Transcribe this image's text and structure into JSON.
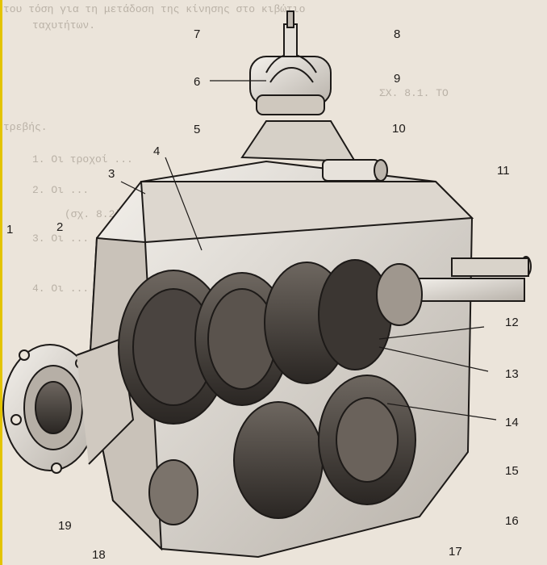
{
  "figure": {
    "callouts": [
      "1",
      "2",
      "3",
      "4",
      "5",
      "6",
      "7",
      "8",
      "9",
      "10",
      "11",
      "12",
      "13",
      "14",
      "15",
      "16",
      "17",
      "18",
      "19"
    ],
    "background_text": [
      "του τόση για τη μετάδοση της κίνησης στο κιβώτιο",
      "ταχυτήτων.",
      "ΣΧ. 8.1. ΤΟ",
      "τρεβής.",
      "1. Οι τροχοί ...",
      "2. Οι ...",
      "(σχ. 8.2).",
      "3. Οι ...",
      "4. Οι ..."
    ]
  },
  "colors": {
    "paper": "#ebe4da",
    "ink": "#1d1a18",
    "highlight": "#e3c400"
  }
}
